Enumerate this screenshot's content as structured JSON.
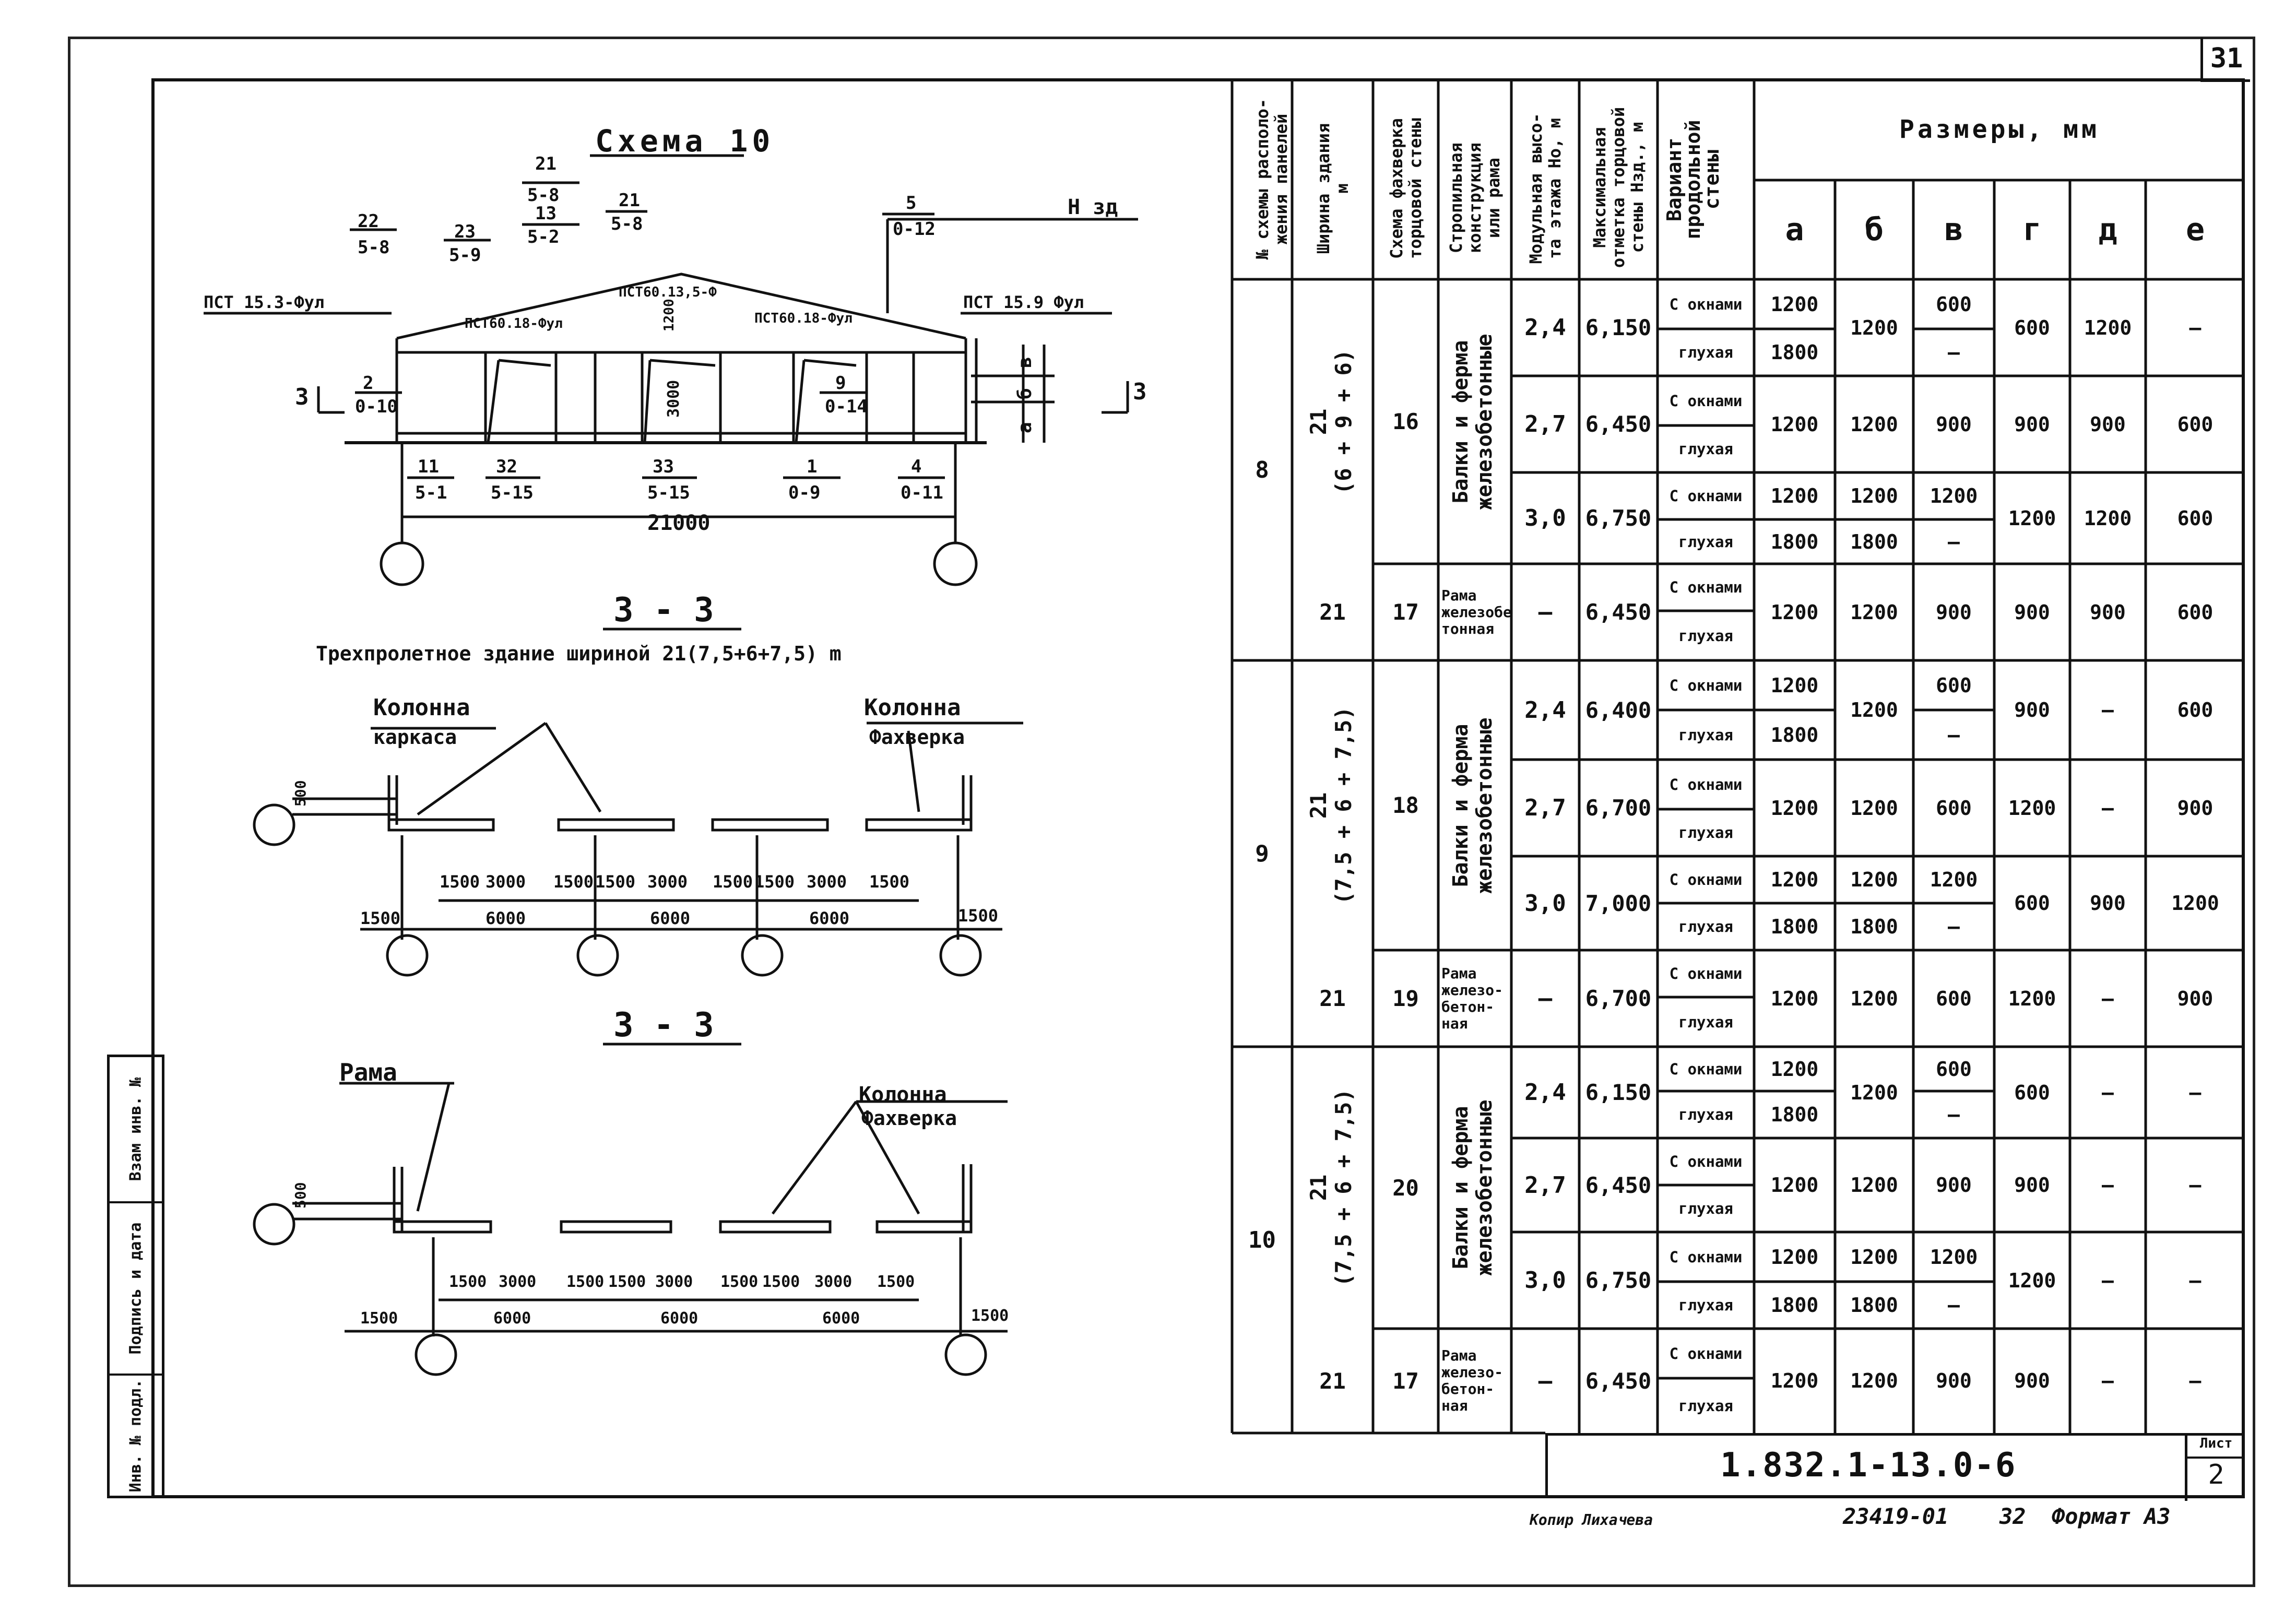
{
  "page_number": "31",
  "sidebar": {
    "inv_podl": "Инв. № подл.",
    "podpis_data": "Подпись и дата",
    "vzam_inv": "Взам инв. №"
  },
  "drawing": {
    "scheme_title": "Схема 10",
    "h_zd": "Н зд",
    "width_dim": "21000",
    "labels": {
      "pst_left": "ПСТ 15.3-Фул",
      "pst_right": "ПСТ 15.9 Фул",
      "pst_mid1": "ПСТ60.18-Фул",
      "pst_mid2": "ПСТ60.13,5-Ф",
      "pst_mid3": "ПСТ60.18-Фул",
      "dim_1200": "1200",
      "dim_3000": "3000",
      "dim_a": "а",
      "dim_b": "б",
      "dim_v": "в",
      "section_mark": "3"
    },
    "callouts": [
      {
        "num": "22",
        "code": "5-8"
      },
      {
        "num": "23",
        "code": "5-9"
      },
      {
        "num": "21",
        "code": "5-8"
      },
      {
        "num": "13",
        "code": "5-2"
      },
      {
        "num": "21",
        "code": "5-8"
      },
      {
        "num": "5",
        "code": "0-12"
      },
      {
        "num": "2",
        "code": "0-10"
      },
      {
        "num": "9",
        "code": "0-14"
      },
      {
        "num": "11",
        "code": "5-1"
      },
      {
        "num": "32",
        "code": "5-15"
      },
      {
        "num": "33",
        "code": "5-15"
      },
      {
        "num": "1",
        "code": "0-9"
      },
      {
        "num": "4",
        "code": "0-11"
      }
    ]
  },
  "section1": {
    "title": "3 - 3",
    "subtitle": "Трехпролетное здание шириной 21(7,5+6+7,5) m",
    "label_left_1": "Колонна",
    "label_left_2": "каркаса",
    "label_right_1": "Колонна",
    "label_right_2": "Фахверка",
    "dim_500": "500",
    "dims_top": [
      "1500",
      "3000",
      "1500",
      "1500",
      "3000",
      "1500",
      "1500",
      "3000",
      "1500"
    ],
    "dims_bottom": [
      "1500",
      "6000",
      "6000",
      "6000",
      "1500"
    ]
  },
  "section2": {
    "title": "3 - 3",
    "label_left": "Рама",
    "label_right_1": "Колонна",
    "label_right_2": "Фахверка",
    "dim_500": "500",
    "dims_top": [
      "1500",
      "3000",
      "1500",
      "1500",
      "3000",
      "1500",
      "1500",
      "3000",
      "1500"
    ],
    "dims_bottom": [
      "1500",
      "6000",
      "6000",
      "6000",
      "1500"
    ]
  },
  "table": {
    "headers": {
      "h1": "№ схемы располо-\nжения панелей",
      "h2": "Ширина здания\nм",
      "h3": "Схема фахверка\nторцовой стены",
      "h4": "Стропильная\nконструкция\nили рама",
      "h5": "Модульная высо-\nта этажа Но, м",
      "h6": "Максимальная\nотметка торцовой\nстены Нзд., м",
      "h7": "Вариант\nпродольной\nстены",
      "sizes": "Размеры, мм",
      "cols": [
        "а",
        "б",
        "в",
        "г",
        "д",
        "е"
      ]
    },
    "groups": [
      {
        "scheme": "8",
        "width_main": "21\n(6 + 9 + 6)",
        "fach_main": "16",
        "constr_main": "Балки и ферма\nжелезобетонные",
        "rows": [
          {
            "h": "2,4",
            "mark": "6,150",
            "v1": "С окнами",
            "v2": "глухая",
            "a1": "1200",
            "a2": "1800",
            "b": "1200",
            "v_1": "600",
            "v_2": "—",
            "g": "600",
            "d": "1200",
            "e": "—"
          },
          {
            "h": "2,7",
            "mark": "6,450",
            "v1": "С окнами",
            "v2": "глухая",
            "a1": "1200",
            "a2": "",
            "b": "1200",
            "v_1": "900",
            "v_2": "",
            "g": "900",
            "d": "900",
            "e": "600"
          },
          {
            "h": "3,0",
            "mark": "6,750",
            "v1": "С окнами",
            "v2": "глухая",
            "a1": "1200",
            "a2": "1800",
            "b": "1200",
            "b2": "1800",
            "v_1": "1200",
            "v_2": "—",
            "g": "1200",
            "d": "1200",
            "e": "600"
          }
        ],
        "rama": {
          "width": "21",
          "fach": "17",
          "constr": "Рама\nжелезобе\nтонная",
          "h": "—",
          "mark": "6,450",
          "v1": "С окнами",
          "v2": "глухая",
          "a": "1200",
          "b": "1200",
          "v": "900",
          "g": "900",
          "d": "900",
          "e": "600"
        }
      },
      {
        "scheme": "9",
        "width_main": "21\n(7,5 + 6 + 7,5)",
        "fach_main": "18",
        "constr_main": "Балки и ферма\nжелезобетонные",
        "rows": [
          {
            "h": "2,4",
            "mark": "6,400",
            "v1": "С окнами",
            "v2": "глухая",
            "a1": "1200",
            "a2": "1800",
            "b": "1200",
            "v_1": "600",
            "v_2": "—",
            "g": "900",
            "d": "—",
            "e": "600"
          },
          {
            "h": "2,7",
            "mark": "6,700",
            "v1": "С окнами",
            "v2": "глухая",
            "a1": "1200",
            "a2": "",
            "b": "1200",
            "v_1": "600",
            "v_2": "",
            "g": "1200",
            "d": "—",
            "e": "900"
          },
          {
            "h": "3,0",
            "mark": "7,000",
            "v1": "С окнами",
            "v2": "глухая",
            "a1": "1200",
            "a2": "1800",
            "b": "1200",
            "b2": "1800",
            "v_1": "1200",
            "v_2": "—",
            "g": "600",
            "d": "900",
            "e": "1200"
          }
        ],
        "rama": {
          "width": "21",
          "fach": "19",
          "constr": "Рама\nжелезо-\nбетон-\nная",
          "h": "—",
          "mark": "6,700",
          "v1": "С окнами",
          "v2": "глухая",
          "a": "1200",
          "b": "1200",
          "v": "600",
          "g": "1200",
          "d": "—",
          "e": "900"
        }
      },
      {
        "scheme": "10",
        "width_main": "21\n(7,5 + 6 + 7,5)",
        "fach_main": "20",
        "constr_main": "Балки и ферма\nжелезобетонные",
        "rows": [
          {
            "h": "2,4",
            "mark": "6,150",
            "v1": "С окнами",
            "v2": "глухая",
            "a1": "1200",
            "a2": "1800",
            "b": "1200",
            "v_1": "600",
            "v_2": "—",
            "g": "600",
            "d": "—",
            "e": "—"
          },
          {
            "h": "2,7",
            "mark": "6,450",
            "v1": "С окнами",
            "v2": "глухая",
            "a1": "1200",
            "a2": "",
            "b": "1200",
            "v_1": "900",
            "v_2": "",
            "g": "900",
            "d": "—",
            "e": "—"
          },
          {
            "h": "3,0",
            "mark": "6,750",
            "v1": "С окнами",
            "v2": "глухая",
            "a1": "1200",
            "a2": "1800",
            "b": "1200",
            "b2": "1800",
            "v_1": "1200",
            "v_2": "—",
            "g": "1200",
            "d": "—",
            "e": "—"
          }
        ],
        "rama": {
          "width": "21",
          "fach": "17",
          "constr": "Рама\nжелезо-\nбетон-\nная",
          "h": "—",
          "mark": "6,450",
          "v1": "С окнами",
          "v2": "глухая",
          "a": "1200",
          "b": "1200",
          "v": "900",
          "g": "900",
          "d": "—",
          "e": "—"
        }
      }
    ]
  },
  "stamp": {
    "code": "1.832.1-13.0-6",
    "list_label": "Лист",
    "list_num": "2"
  },
  "footer": {
    "copied": "Копир Лихачева",
    "order": "23419-01",
    "num": "32",
    "format": "Формат А3"
  }
}
